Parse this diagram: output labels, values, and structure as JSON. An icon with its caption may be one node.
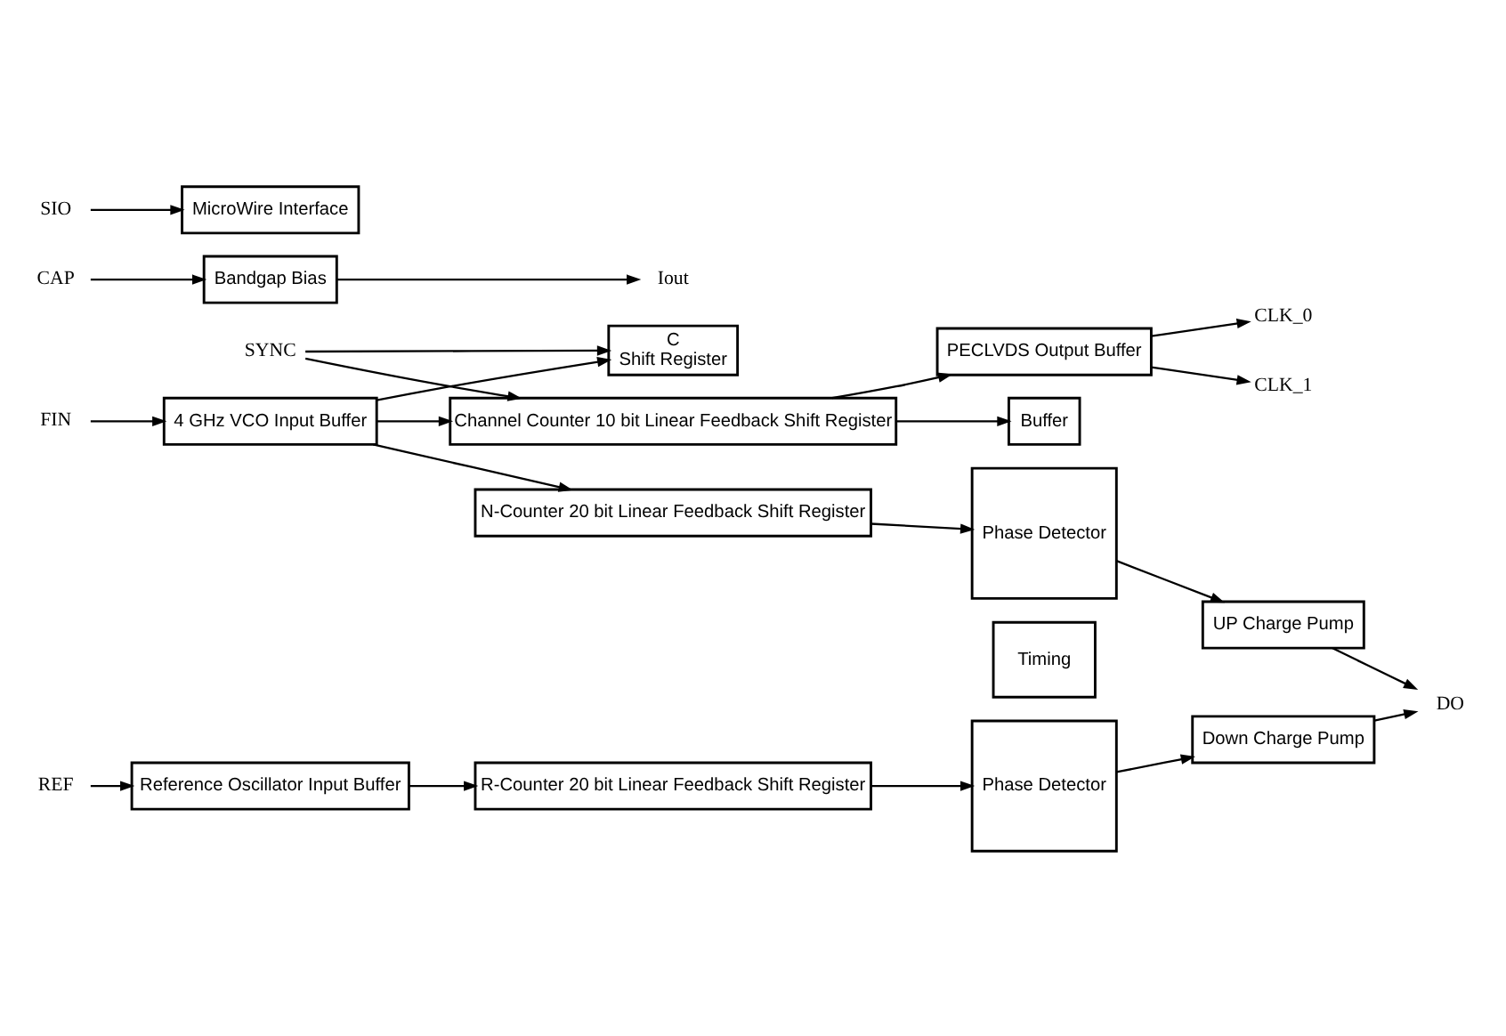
{
  "diagram": {
    "nodes": [
      {
        "text": [
          "SYNC"
        ]
      },
      {
        "text": [
          "C",
          "Shift Register"
        ]
      },
      {
        "text": [
          "Channel Counter 10 bit Linear Feedback Shift Register"
        ]
      },
      {
        "text": [
          "Buffer"
        ]
      },
      {
        "text": [
          "PECLVDS Output Buffer"
        ]
      },
      {
        "text": [
          "CLK_0"
        ]
      },
      {
        "text": [
          "CLK_1"
        ]
      },
      {
        "text": [
          "FIN"
        ]
      },
      {
        "text": [
          "4 GHz VCO Input Buffer"
        ]
      },
      {
        "text": [
          "N-Counter 20 bit Linear Feedback Shift Register"
        ]
      },
      {
        "text": [
          "Phase Detector"
        ]
      },
      {
        "text": [
          "Timing"
        ]
      },
      {
        "text": [
          "Phase Detector"
        ]
      },
      {
        "text": [
          "UP Charge Pump"
        ]
      },
      {
        "text": [
          "DO"
        ]
      },
      {
        "text": [
          "CAP"
        ]
      },
      {
        "text": [
          "Bandgap Bias"
        ]
      },
      {
        "text": [
          "Iout"
        ]
      },
      {
        "text": [
          "SIO"
        ]
      },
      {
        "text": [
          "MicroWire Interface"
        ]
      },
      {
        "text": [
          "REF"
        ]
      },
      {
        "text": [
          "Reference Oscillator Input Buffer"
        ]
      },
      {
        "text": [
          "R-Counter 20 bit Linear Feedback Shift Register"
        ]
      },
      {
        "text": [
          "Down Charge Pump"
        ]
      }
    ],
    "edges": [
      {
        "from": 0,
        "to": 1,
        "arrow": "to"
      },
      {
        "from": 0,
        "to": 2,
        "arrow": "to"
      },
      {
        "from": 8,
        "to": 2,
        "arrow": "to"
      },
      {
        "from": 8,
        "to": 1,
        "arrow": "to"
      },
      {
        "from": 2,
        "to": 4,
        "arrow": "to"
      },
      {
        "from": 2,
        "to": 3,
        "arrow": "to"
      },
      {
        "from": 4,
        "to": 5,
        "arrow": "to"
      },
      {
        "from": 4,
        "to": 6,
        "arrow": "to"
      },
      {
        "from": 7,
        "to": 8,
        "arrow": "to"
      },
      {
        "from": 8,
        "to": 9,
        "arrow": "to"
      },
      {
        "from": 9,
        "to": 10,
        "arrow": "to"
      },
      {
        "from": 10,
        "to": 13,
        "arrow": "to"
      },
      {
        "from": 13,
        "to": 14,
        "arrow": "to"
      },
      {
        "from": 15,
        "to": 16,
        "arrow": "to"
      },
      {
        "from": 16,
        "to": 17,
        "arrow": "to"
      },
      {
        "from": 18,
        "to": 19,
        "arrow": "to"
      },
      {
        "from": 20,
        "to": 21,
        "arrow": "to"
      },
      {
        "from": 21,
        "to": 22,
        "arrow": "to"
      },
      {
        "from": 22,
        "to": 12,
        "arrow": "to"
      },
      {
        "from": 12,
        "to": 23,
        "arrow": "to"
      },
      {
        "from": 23,
        "to": 14,
        "arrow": "to"
      }
    ]
  }
}
